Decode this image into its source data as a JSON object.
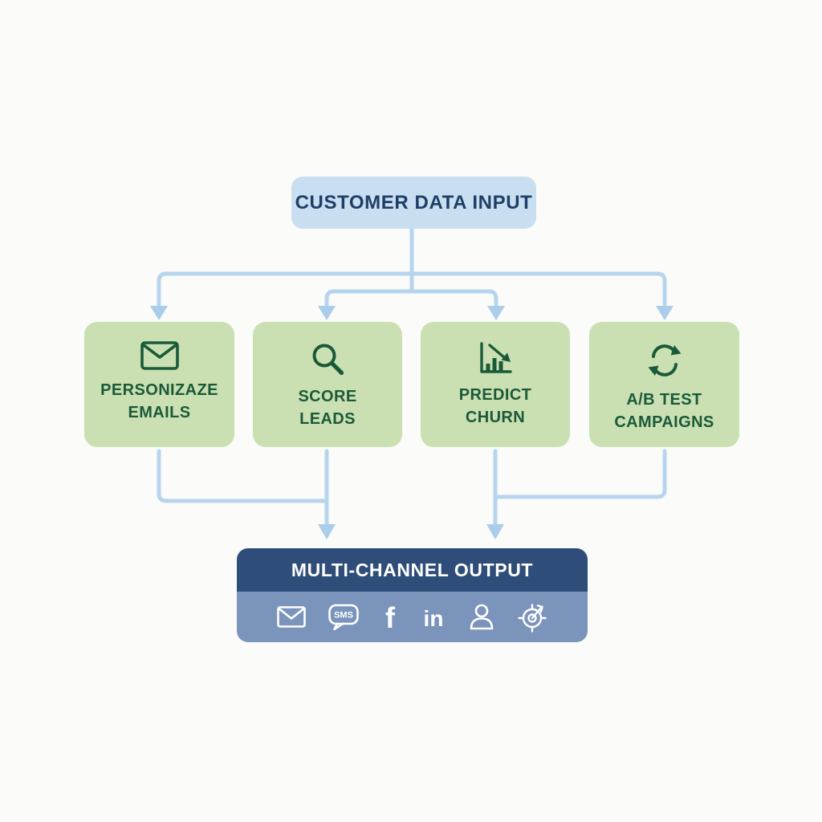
{
  "diagram": {
    "input_node": {
      "label": "CUSTOMER DATA INPUT"
    },
    "process_nodes": [
      {
        "label": "PERSONIZAZE\nEMAILS",
        "icon": "envelope-icon"
      },
      {
        "label": "SCORE\nLEADS",
        "icon": "magnifier-icon"
      },
      {
        "label": "PREDICT\nCHURN",
        "icon": "chart-decline-icon"
      },
      {
        "label": "A/B TEST\nCAMPAIGNS",
        "icon": "refresh-icon"
      }
    ],
    "output_node": {
      "label": "MULTI-CHANNEL OUTPUT",
      "sms_label": "SMS",
      "facebook_glyph": "f",
      "linkedin_glyph": "in",
      "channel_icons": [
        "email-icon",
        "sms-icon",
        "facebook-icon",
        "linkedin-icon",
        "person-icon",
        "target-icon"
      ]
    },
    "colors": {
      "background": "#fbfbf9",
      "input_box_bg": "#c9def1",
      "input_text": "#1d3f66",
      "process_box_bg": "#cbe0b2",
      "process_text": "#1a5a39",
      "output_header_bg": "#2e4d78",
      "output_band_bg": "#7b94bc",
      "connector_line": "#b7d4ee",
      "connector_arrow": "#a9cdea",
      "icon_white": "#ffffff"
    }
  }
}
